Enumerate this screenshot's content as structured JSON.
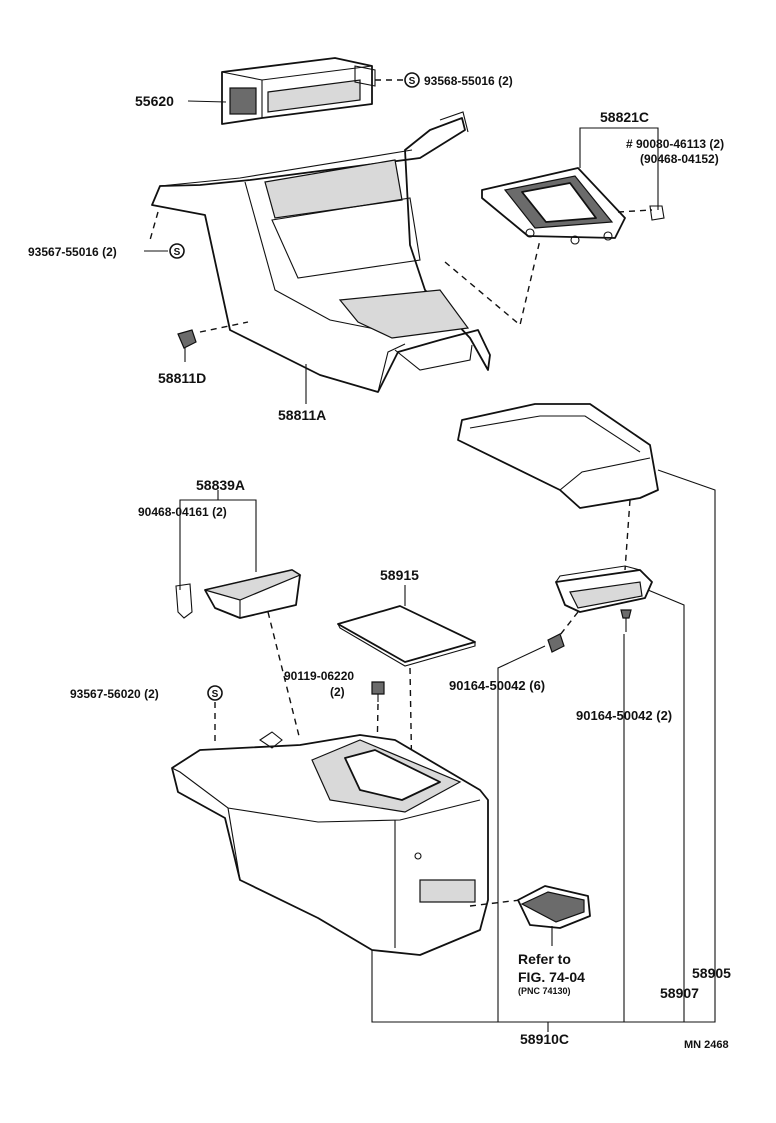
{
  "diagram": {
    "labels": {
      "radio_part": "55620",
      "radio_screw": "93568-55016 (2)",
      "shift_panel": "58821C",
      "shift_screw": "# 90080-46113 (2)",
      "shift_screw_alt": "(90468-04152)",
      "upper_screw": "93567-55016 (2)",
      "clip": "58811D",
      "upper_console": "58811A",
      "lid_bracket": "58839A",
      "lid_clip": "90468-04161 (2)",
      "mat": "58915",
      "bolt": "90119-06220",
      "bolt_qty": "(2)",
      "lower_screw": "93567-56020 (2)",
      "hinge_screw_a": "90164-50042 (6)",
      "hinge_screw_b": "90164-50042 (2)",
      "refer_1": "Refer to",
      "refer_2": "FIG. 74-04",
      "refer_3": "(PNC 74130)",
      "armrest": "58905",
      "hinge": "58907",
      "lower_console": "58910C",
      "diagram_id": "MN 2468",
      "symbol_s": "S"
    }
  }
}
